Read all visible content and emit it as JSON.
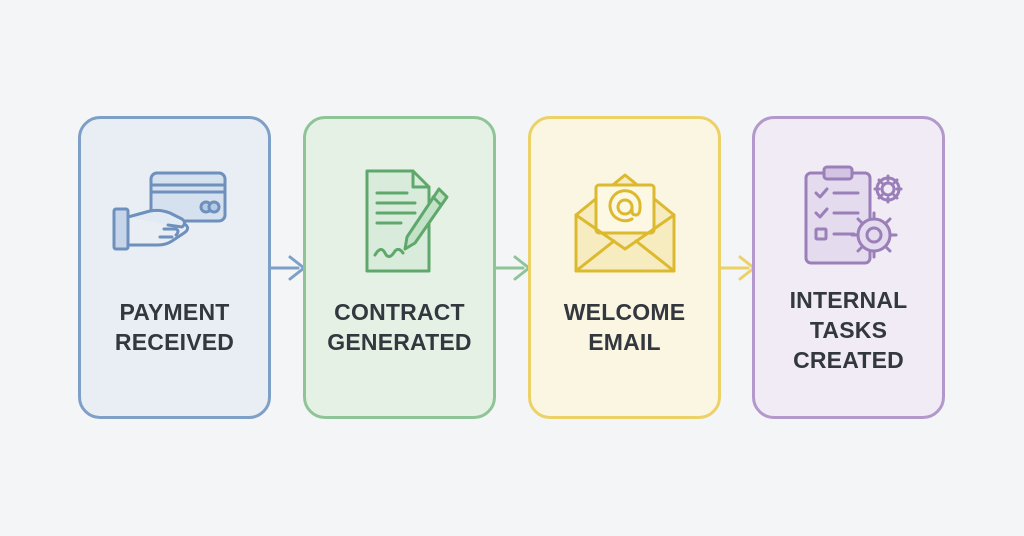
{
  "steps": [
    {
      "id": "payment",
      "icon": "credit-card-hand-icon",
      "label_lines": [
        "PAYMENT",
        "RECEIVED"
      ],
      "color": "#7e9fc6"
    },
    {
      "id": "contract",
      "icon": "document-pen-icon",
      "label_lines": [
        "CONTRACT",
        "GENERATED"
      ],
      "color": "#8fc497"
    },
    {
      "id": "email",
      "icon": "envelope-at-icon",
      "label_lines": [
        "WELCOME",
        "EMAIL"
      ],
      "color": "#ebd166"
    },
    {
      "id": "tasks",
      "icon": "clipboard-gears-icon",
      "label_lines": [
        "INTERNAL",
        "TASKS",
        "CREATED"
      ],
      "color": "#b399cb"
    }
  ],
  "connectors": [
    {
      "from": "payment",
      "to": "contract",
      "color": "#7e9fc6"
    },
    {
      "from": "contract",
      "to": "email",
      "color": "#8fc497"
    },
    {
      "from": "email",
      "to": "tasks",
      "color": "#ebd166"
    }
  ]
}
